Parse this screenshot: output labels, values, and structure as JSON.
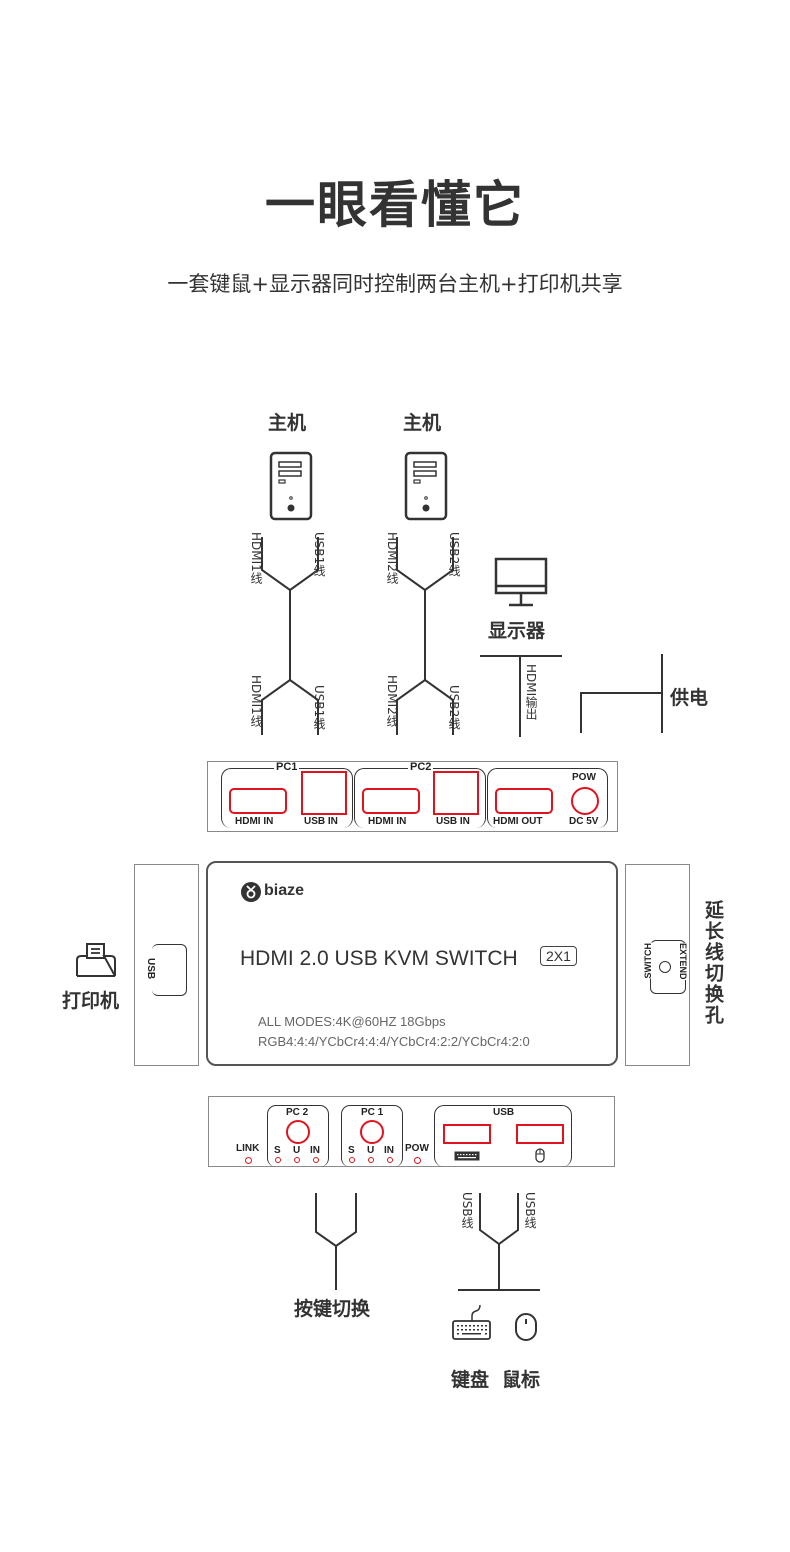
{
  "header": {
    "title": "一眼看懂它",
    "subtitle": "一套键鼠+显示器同时控制两台主机+打印机共享"
  },
  "hosts": [
    {
      "label": "主机",
      "cable_left_top": "HDMI1线",
      "cable_right_top": "USB1线",
      "cable_left_bottom": "HDMI1线",
      "cable_right_bottom": "USB1线"
    },
    {
      "label": "主机",
      "cable_left_top": "HDMI2线",
      "cable_right_top": "USB2线",
      "cable_left_bottom": "HDMI2线",
      "cable_right_bottom": "USB2线"
    }
  ],
  "monitor": {
    "label": "显示器",
    "cable": "HDMI输出"
  },
  "power": {
    "label": "供电"
  },
  "rear_panel": {
    "groups": [
      {
        "name": "PC1",
        "ports": [
          "HDMI  IN",
          "USB  IN"
        ]
      },
      {
        "name": "PC2",
        "ports": [
          "HDMI  IN",
          "USB  IN"
        ]
      },
      {
        "name": "",
        "ports": [
          "HDMI  OUT",
          "DC 5V"
        ],
        "extra_label": "POW"
      }
    ]
  },
  "device": {
    "brand": "biaze",
    "title": "HDMI 2.0 USB KVM SWITCH",
    "badge": "2X1",
    "spec_line1": "ALL MODES:4K@60HZ 18Gbps",
    "spec_line2": "RGB4:4:4/YCbCr4:4:4/YCbCr4:2:2/YCbCr4:2:0"
  },
  "left_side": {
    "port_label": "USB",
    "label": "打印机"
  },
  "right_side": {
    "switch_label": "SWITCH",
    "extend_label": "EXTEND",
    "label": "延长线切换孔"
  },
  "front_panel": {
    "link_label": "LINK",
    "pow_label": "POW",
    "pc2": {
      "name": "PC 2",
      "leds": [
        "S",
        "U",
        "IN"
      ]
    },
    "pc1": {
      "name": "PC 1",
      "leds": [
        "S",
        "U",
        "IN"
      ]
    },
    "usb_label": "USB"
  },
  "bottom": {
    "button_label": "按键切换",
    "usb_left": "USB线",
    "usb_right": "USB线",
    "keyboard_label": "键盘",
    "mouse_label": "鼠标"
  },
  "colors": {
    "accent_red": "#e0141e",
    "line": "#333333"
  }
}
